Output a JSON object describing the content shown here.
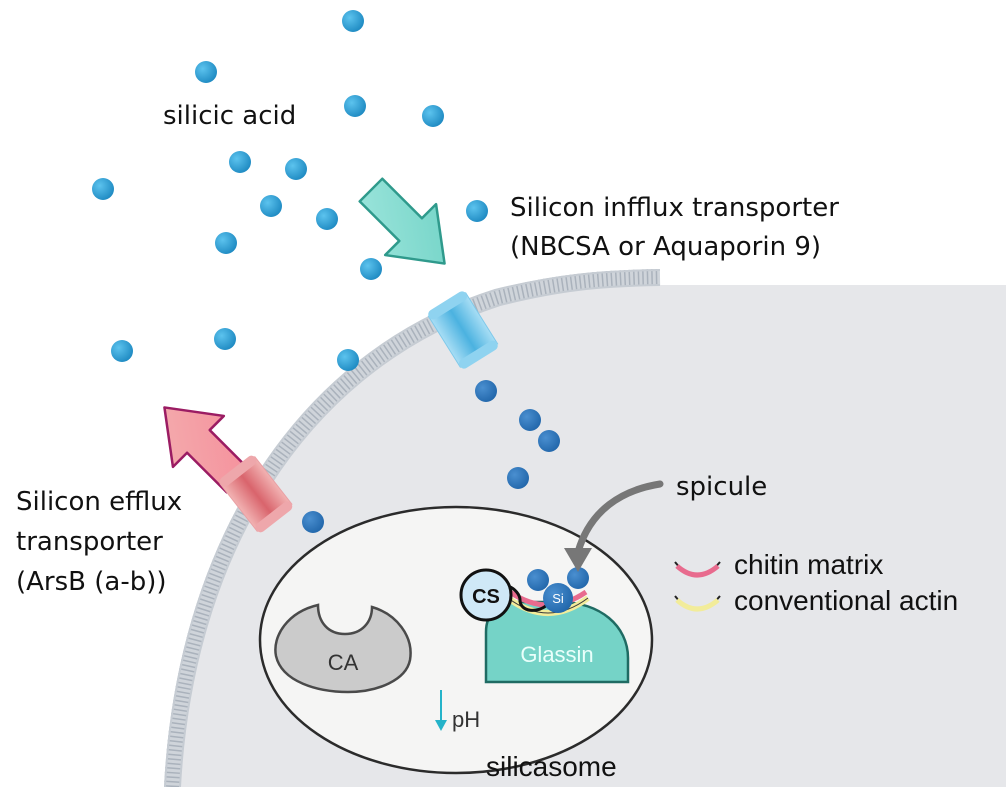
{
  "labels": {
    "silicic_acid": "silicic acid",
    "influx_line1": "Silicon infflux transporter",
    "influx_line2": "(NBCSA or Aquaporin 9)",
    "efflux_line1": "Silicon efflux",
    "efflux_line2": "transporter",
    "efflux_line3": "(ArsB (a-b))",
    "spicule": "spicule",
    "chitin_matrix": "chitin matrix",
    "conventional_actin": "conventional actin",
    "ca": "CA",
    "cs": "CS",
    "si": "Si",
    "glassin": "Glassin",
    "ph": "pH",
    "silicasome": "silicasome"
  },
  "colors": {
    "silicic_acid_dot": "#1a93c9",
    "internal_dot": "#2272b4",
    "cell_fill": "#e6e7ea",
    "membrane": "#bcc3cc",
    "influx_arrow": "#7dd9cf",
    "influx_transporter": "#5cbde6",
    "efflux_arrow": "#f6a4a6",
    "efflux_arrow_outline": "#9b1c63",
    "efflux_transporter": "#e07a7e",
    "glassin": "#75d3c7",
    "chitin": "#e86b8e",
    "actin": "#f2ec9a",
    "ca_fill": "#c8c8c8",
    "cs_fill": "#cfe8f7"
  },
  "icons": {
    "ph_change": "down-arrow-icon",
    "spicule_pointer": "curved-arrow-icon"
  }
}
